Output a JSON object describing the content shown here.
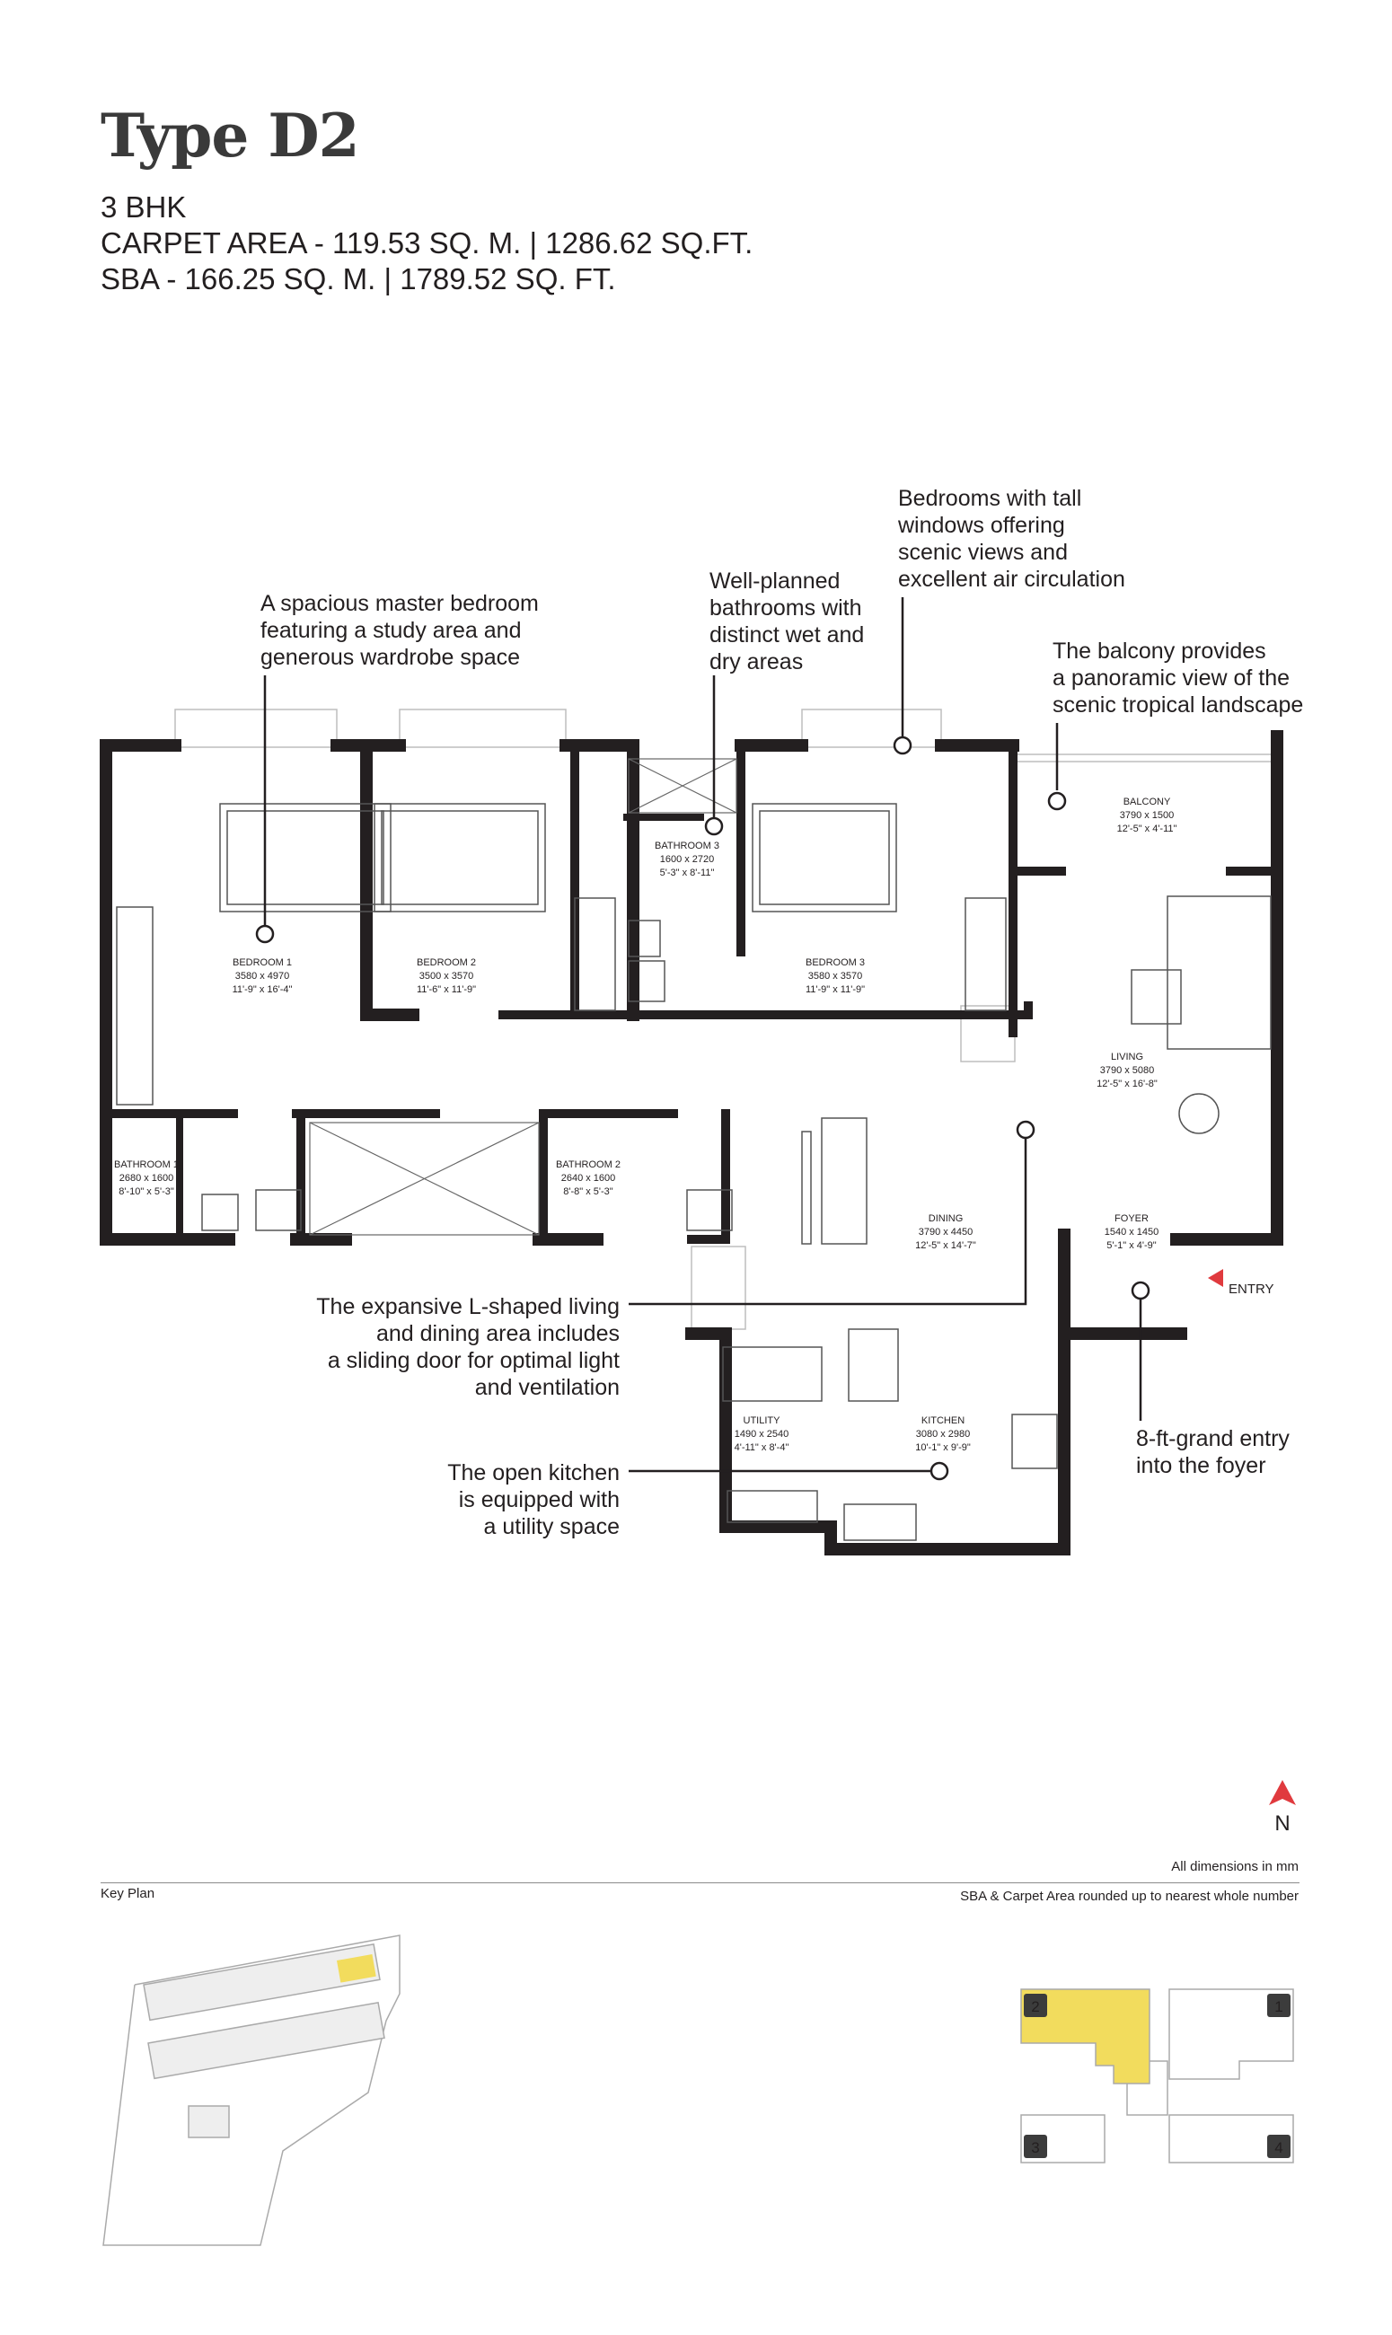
{
  "title": "Type D2",
  "specs": {
    "bhk": "3 BHK",
    "carpet": "CARPET AREA - 119.53 SQ. M. | 1286.62 SQ.FT.",
    "sba": "SBA - 166.25 SQ. M. | 1789.52 SQ. FT."
  },
  "rooms": {
    "bedroom1": {
      "name": "BEDROOM 1",
      "mm": "3580 x 4970",
      "ft": "11'-9\" x 16'-4\""
    },
    "bedroom2": {
      "name": "BEDROOM 2",
      "mm": "3500 x 3570",
      "ft": "11'-6\" x 11'-9\""
    },
    "bathroom3": {
      "name": "BATHROOM 3",
      "mm": "1600 x 2720",
      "ft": "5'-3\" x 8'-11\""
    },
    "bedroom3": {
      "name": "BEDROOM 3",
      "mm": "3580 x 3570",
      "ft": "11'-9\" x 11'-9\""
    },
    "balcony": {
      "name": "BALCONY",
      "mm": "3790 x 1500",
      "ft": "12'-5\" x 4'-11\""
    },
    "living": {
      "name": "LIVING",
      "mm": "3790 x 5080",
      "ft": "12'-5\" x 16'-8\""
    },
    "bathroom1": {
      "name": "BATHROOM 1",
      "mm": "2680 x 1600",
      "ft": "8'-10\" x 5'-3\""
    },
    "bathroom2": {
      "name": "BATHROOM 2",
      "mm": "2640 x 1600",
      "ft": "8'-8\" x 5'-3\""
    },
    "dining": {
      "name": "DINING",
      "mm": "3790 x 4450",
      "ft": "12'-5\" x 14'-7\""
    },
    "foyer": {
      "name": "FOYER",
      "mm": "1540 x 1450",
      "ft": "5'-1\" x 4'-9\""
    },
    "utility": {
      "name": "UTILITY",
      "mm": "1490 x 2540",
      "ft": "4'-11\" x 8'-4\""
    },
    "kitchen": {
      "name": "KITCHEN",
      "mm": "3080 x 2980",
      "ft": "10'-1\" x 9'-9\""
    }
  },
  "entry_label": "ENTRY",
  "annotations": {
    "master": [
      "A spacious master bedroom",
      "featuring a study area and",
      "generous wardrobe space"
    ],
    "bathrooms": [
      "Well-planned",
      "bathrooms with",
      "distinct wet and",
      "dry areas"
    ],
    "bedrooms": [
      "Bedrooms with tall",
      "windows offering",
      "scenic views and",
      "excellent air circulation"
    ],
    "balcony": [
      "The balcony provides",
      "a panoramic view of the",
      "scenic tropical landscape"
    ],
    "living": [
      "The expansive L-shaped living",
      "and dining area includes",
      "a sliding door for optimal light",
      "and ventilation"
    ],
    "kitchen": [
      "The open kitchen",
      "is equipped with",
      "a utility space"
    ],
    "entry": [
      "8-ft-grand entry",
      "into the foyer"
    ]
  },
  "north": "N",
  "footer": {
    "dimensions": "All dimensions in mm",
    "rounding": "SBA & Carpet Area rounded up to nearest whole number",
    "key_plan": "Key Plan"
  },
  "key_plan_units": [
    "1",
    "2",
    "3",
    "4"
  ],
  "colors": {
    "wall": "#231f20",
    "highlight": "#f2dc5d",
    "entry_marker": "#e03a3e",
    "key_badge": "#3c3c3c"
  }
}
